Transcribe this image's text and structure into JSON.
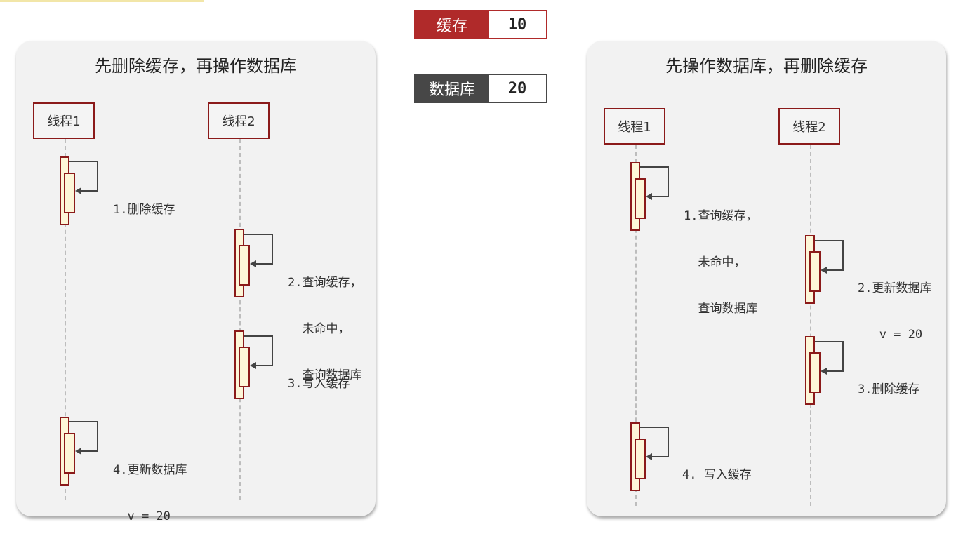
{
  "cache_state": {
    "label": "缓存",
    "value": "10",
    "color": "#b02a2a"
  },
  "db_state": {
    "label": "数据库",
    "value": "20",
    "color": "#474747"
  },
  "left_panel": {
    "title": "先删除缓存，再操作数据库",
    "thread1": "线程1",
    "thread2": "线程2",
    "steps": [
      {
        "lines": [
          "1.删除缓存"
        ]
      },
      {
        "lines": [
          "2.查询缓存，",
          "  未命中，",
          "  查询数据库"
        ]
      },
      {
        "lines": [
          "3.写入缓存"
        ]
      },
      {
        "lines": [
          "4.更新数据库",
          "  v = 20"
        ]
      }
    ]
  },
  "right_panel": {
    "title": "先操作数据库，再删除缓存",
    "thread1": "线程1",
    "thread2": "线程2",
    "steps": [
      {
        "lines": [
          "1.查询缓存，",
          "  未命中，",
          "  查询数据库"
        ]
      },
      {
        "lines": [
          "2.更新数据库",
          "   v = 20"
        ]
      },
      {
        "lines": [
          "3.删除缓存"
        ]
      },
      {
        "lines": [
          "4. 写入缓存"
        ]
      }
    ]
  },
  "colors": {
    "accent": "#8b1a1a",
    "activation_fill": "#fdf6d8",
    "panel_bg": "#f2f2f2"
  }
}
